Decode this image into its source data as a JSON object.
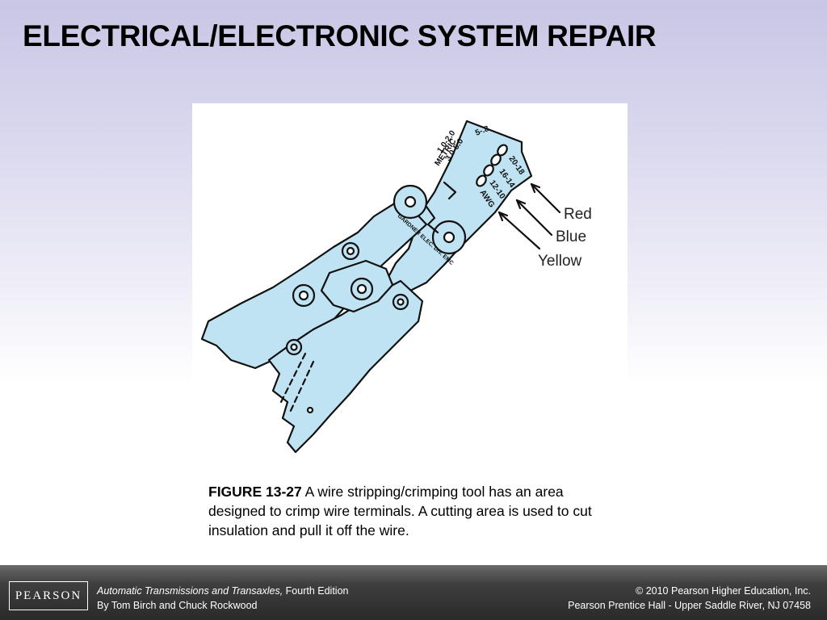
{
  "slide": {
    "title": "ELECTRICAL/ELECTRONIC SYSTEM REPAIR"
  },
  "figure": {
    "tool_markings": {
      "top": "5-.8",
      "row2": "1.0-2.0",
      "row3": "3.0-5.0",
      "metric": "METRIC",
      "awg1": "20-18",
      "awg2": "16-14",
      "awg3": "12-10",
      "awg4": "AWG",
      "maker": "GARDNER ELEC. DIV. EMC"
    },
    "labels": {
      "red": "Red",
      "blue": "Blue",
      "yellow": "Yellow"
    },
    "colors": {
      "tool_fill": "#bfe3f2",
      "outline": "#111111"
    }
  },
  "caption": {
    "figure_number": "FIGURE 13-27",
    "text": " A wire stripping/crimping tool has an area designed to crimp wire terminals. A cutting area is used to cut insulation and pull it off the wire."
  },
  "footer": {
    "logo": "PEARSON",
    "book_title": "Automatic Transmissions and Transaxles,",
    "edition": " Fourth Edition",
    "authors": "By Tom Birch and Chuck Rockwood",
    "copyright": "© 2010 Pearson Higher Education, Inc.",
    "publisher": "Pearson Prentice Hall - Upper Saddle River, NJ 07458"
  }
}
